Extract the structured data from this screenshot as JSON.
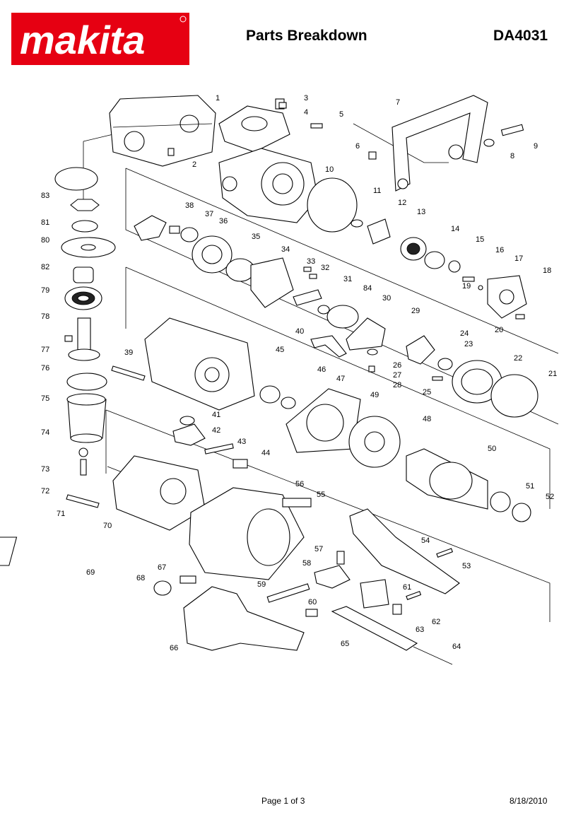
{
  "brand": {
    "logo_text": "makita",
    "color": "#e60012"
  },
  "header": {
    "title": "Parts Breakdown",
    "model": "DA4031"
  },
  "footer": {
    "page": "Page 1 of 3",
    "date": "8/18/2010"
  },
  "callouts": [
    "1",
    "2",
    "3",
    "4",
    "5",
    "6",
    "7",
    "8",
    "9",
    "10",
    "11",
    "12",
    "13",
    "14",
    "15",
    "16",
    "17",
    "18",
    "19",
    "20",
    "21",
    "22",
    "23",
    "24",
    "25",
    "26",
    "27",
    "28",
    "29",
    "30",
    "31",
    "32",
    "33",
    "34",
    "35",
    "36",
    "37",
    "38",
    "39",
    "40",
    "41",
    "42",
    "43",
    "44",
    "45",
    "46",
    "47",
    "48",
    "49",
    "50",
    "51",
    "52",
    "53",
    "54",
    "55",
    "56",
    "57",
    "58",
    "59",
    "60",
    "61",
    "62",
    "63",
    "64",
    "65",
    "66",
    "67",
    "68",
    "69",
    "70",
    "71",
    "72",
    "73",
    "74",
    "75",
    "76",
    "77",
    "78",
    "79",
    "80",
    "81",
    "82",
    "83",
    "84"
  ]
}
